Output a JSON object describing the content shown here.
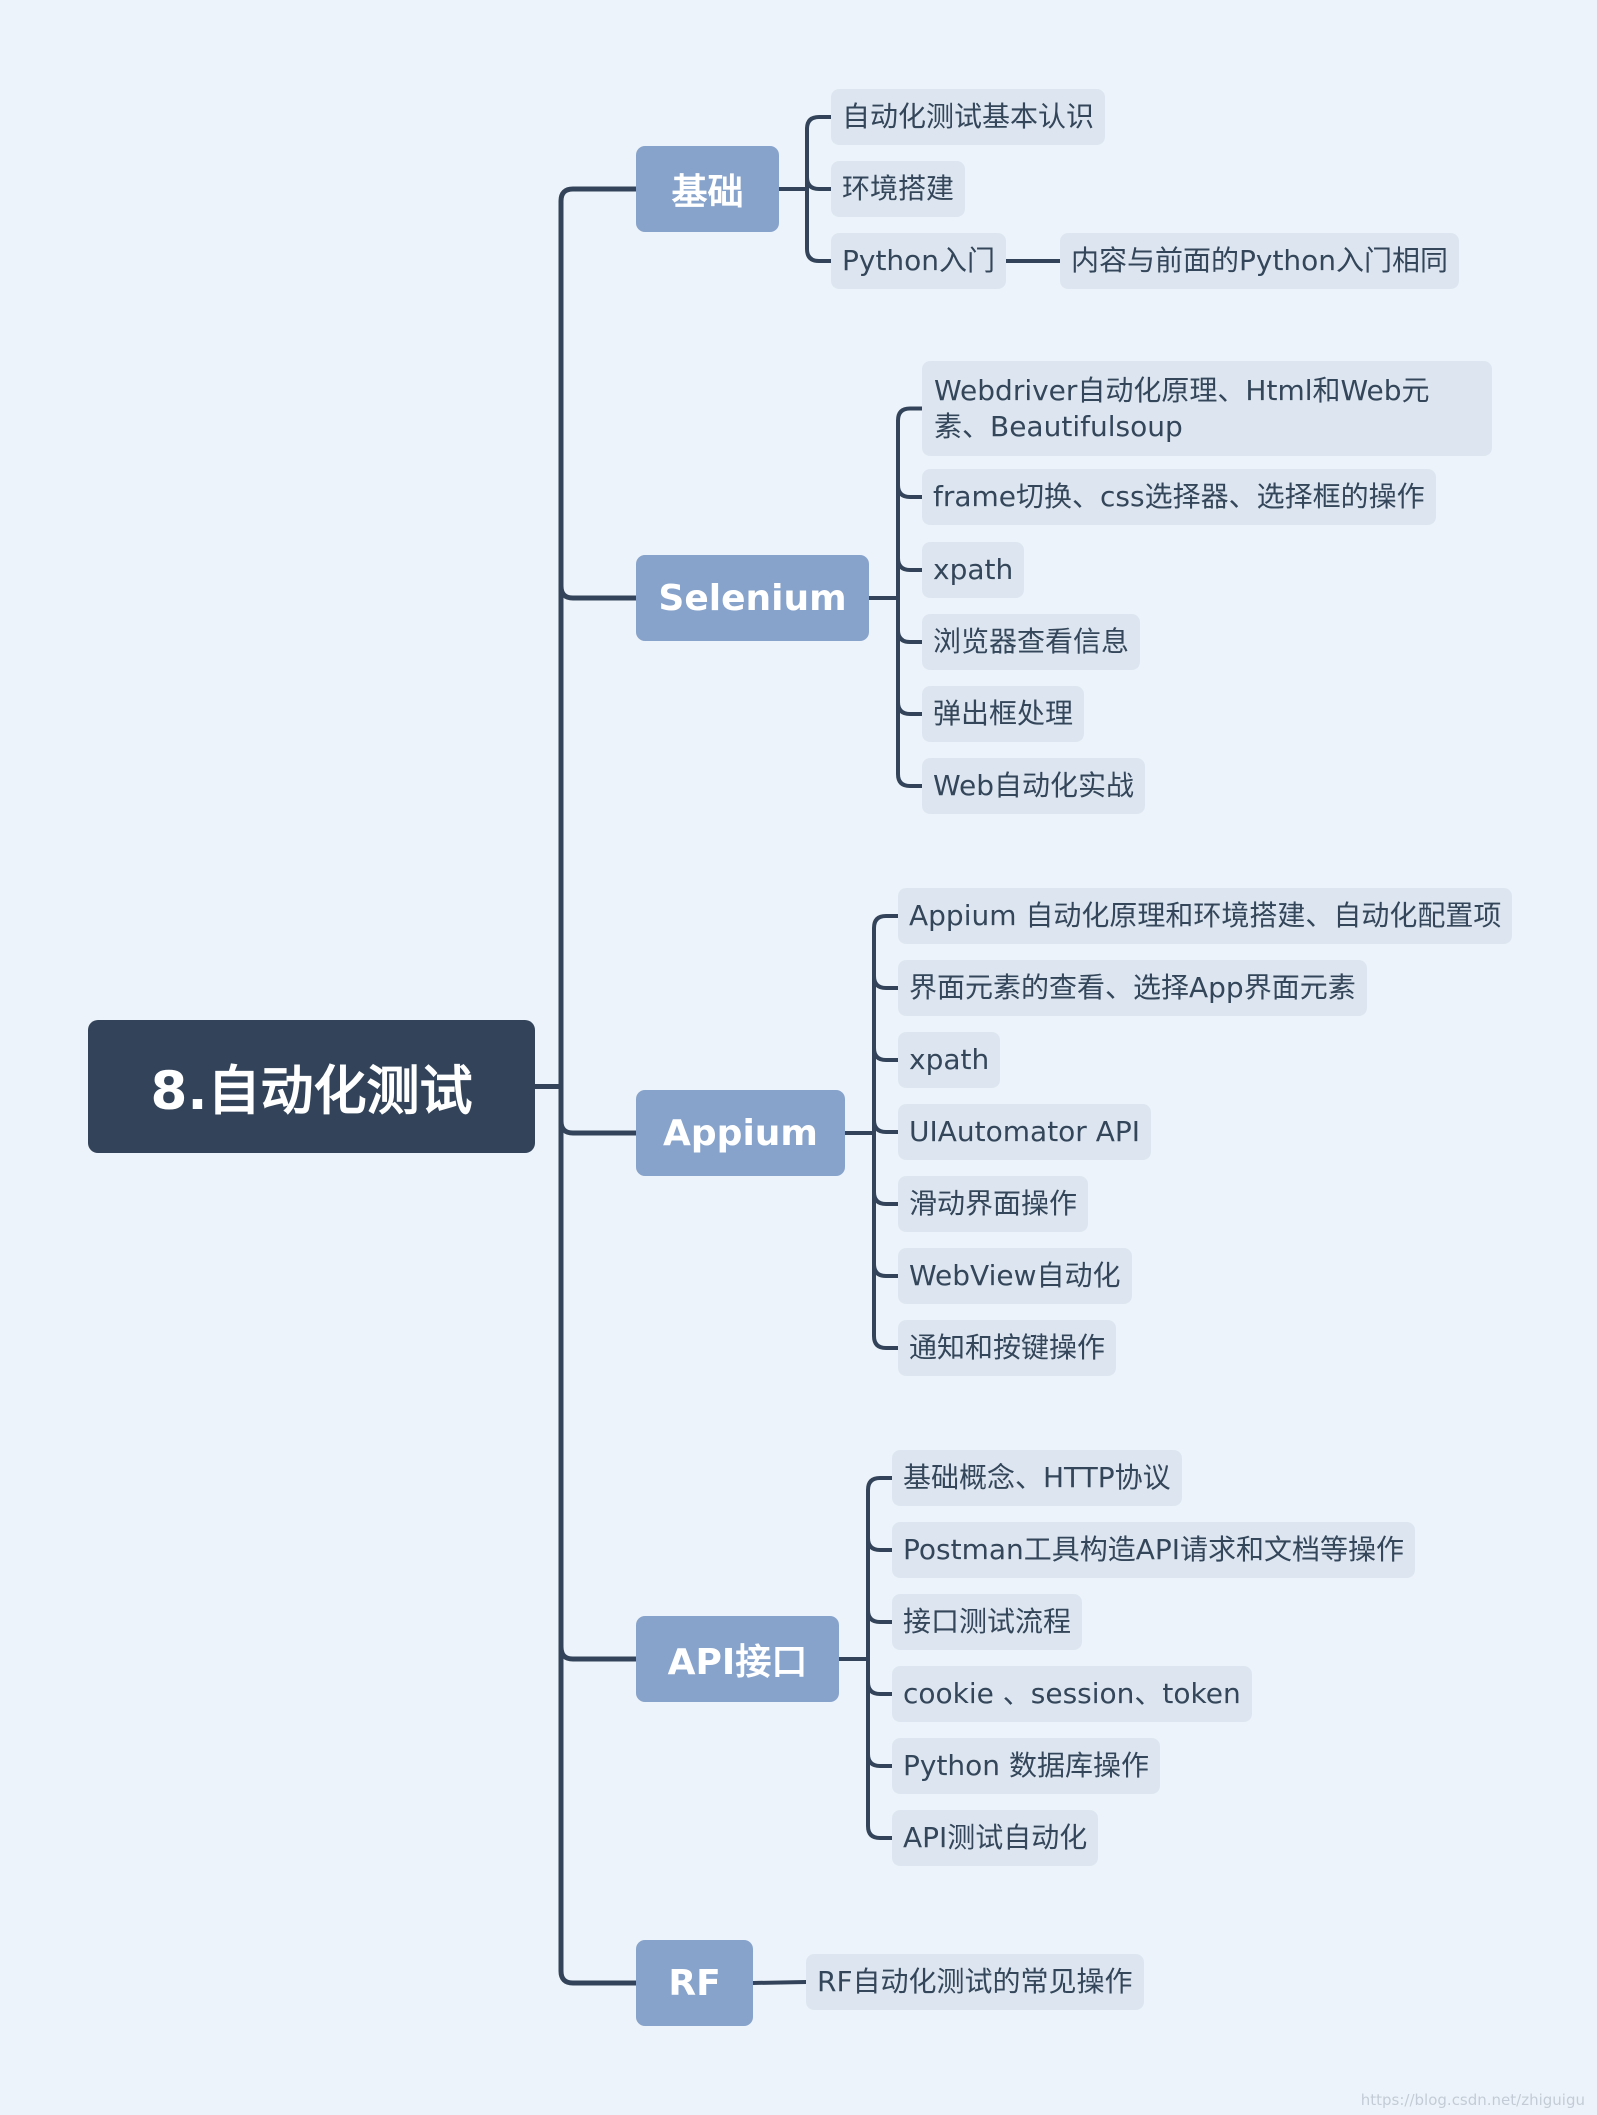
{
  "root": {
    "label": "8.自动化测试"
  },
  "branches": [
    {
      "label": "基础",
      "items": [
        "自动化测试基本认识",
        "环境搭建",
        "Python入门"
      ],
      "note": "内容与前面的Python入门相同"
    },
    {
      "label": "Selenium",
      "items": [
        "Webdriver自动化原理、Html和Web元素、Beautifulsoup",
        "frame切换、css选择器、选择框的操作",
        "xpath",
        "浏览器查看信息",
        "弹出框处理",
        "Web自动化实战"
      ]
    },
    {
      "label": "Appium",
      "items": [
        "Appium 自动化原理和环境搭建、自动化配置项",
        "界面元素的查看、选择App界面元素",
        "xpath",
        "UIAutomator API",
        "滑动界面操作",
        "WebView自动化",
        "通知和按键操作"
      ]
    },
    {
      "label": "API接口",
      "items": [
        "基础概念、HTTP协议",
        "Postman工具构造API请求和文档等操作",
        "接口测试流程",
        "cookie 、session、token",
        "Python 数据库操作",
        "API测试自动化"
      ]
    },
    {
      "label": "RF",
      "items": [
        "RF自动化测试的常见操作"
      ]
    }
  ],
  "watermark": "https://blog.csdn.net/zhiguigu",
  "colors": {
    "background": "#edf3fa",
    "root": "#33445a",
    "branch": "#87a3cb",
    "leaf": "#dde6f0",
    "line": "#33445a"
  }
}
